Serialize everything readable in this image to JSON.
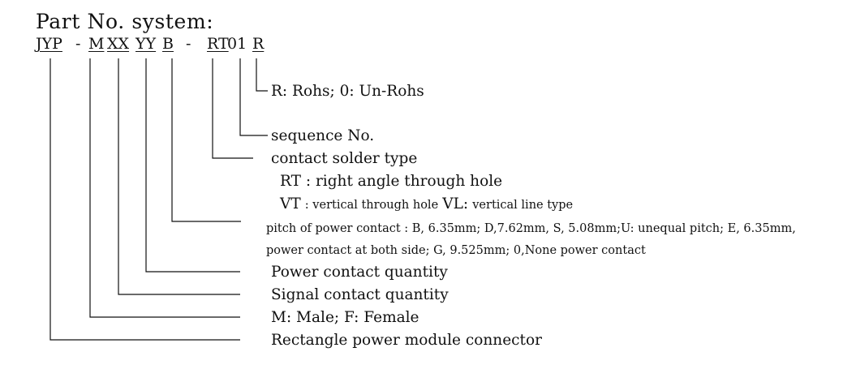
{
  "title": "Part No. system:",
  "code": {
    "jyp": "JYP",
    "dash1": "-",
    "m": "M",
    "xx": "XX",
    "yy": "YY",
    "b": "B",
    "dash2": "-",
    "rt": "RT",
    "seq": "01",
    "r": "R"
  },
  "labels": {
    "rohs": "R:  Rohs; 0:  Un-Rohs",
    "sequence": "sequence No.",
    "solder": "contact solder type",
    "rt_label": "RT : right angle through hole",
    "vt_code": "VT",
    "vt_desc": ": vertical through hole",
    "vl_code": "VL:",
    "vl_desc": "vertical line type",
    "pitch_line1": "pitch of power contact : B, 6.35mm; D,7.62mm, S, 5.08mm;U: unequal pitch; E, 6.35mm,",
    "pitch_line2": "power contact at both side; G, 9.525mm; 0,None power contact",
    "power_qty": "Power contact quantity",
    "signal_qty": "Signal contact quantity",
    "gender": "M: Male;   F: Female",
    "module": "Rectangle power module connector"
  }
}
